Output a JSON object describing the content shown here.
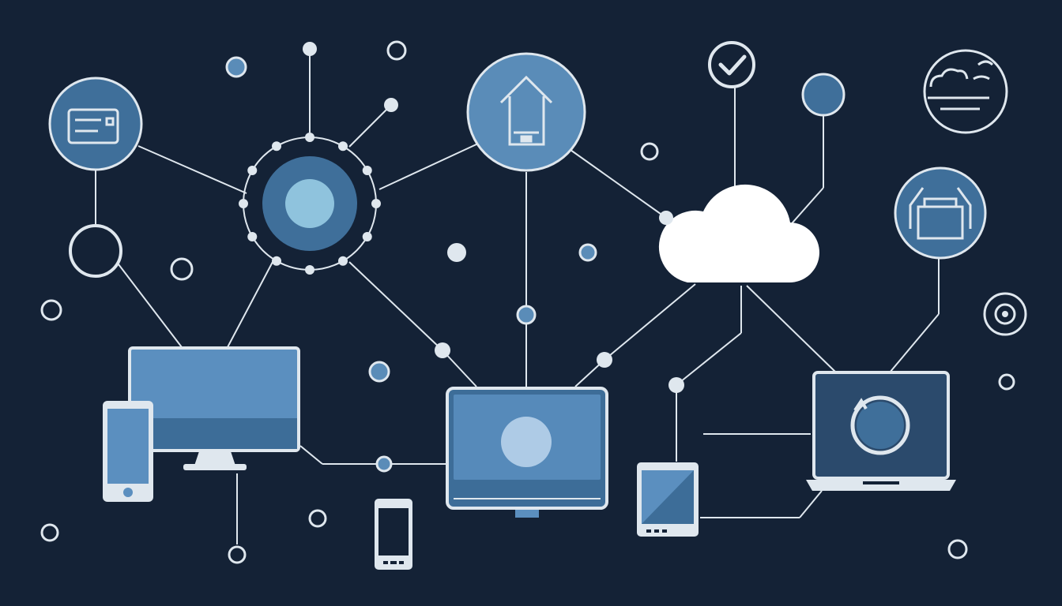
{
  "colors": {
    "background": "#142236",
    "line": "#dfe7ee",
    "node_fill": "#3f6f9a",
    "node_fill_light": "#5a8cb8",
    "core_fill": "#8fc3dd",
    "screen_fill": "#5b8fbf",
    "screen_dark": "#3d6d98",
    "cloud": "#ffffff"
  },
  "nodes": {
    "hub": "network-hub",
    "home": "smart-home-node",
    "cloud": "cloud-node",
    "check": "verified-node",
    "camera_left": "camera-node",
    "camera_right": "device-node",
    "weather": "weather-node",
    "target": "target-node"
  },
  "devices": {
    "monitor": "desktop-monitor",
    "phone_left": "smartphone",
    "phone_bottom": "smartphone-small",
    "center_display": "tablet-display",
    "tablet": "tablet",
    "laptop": "laptop"
  }
}
